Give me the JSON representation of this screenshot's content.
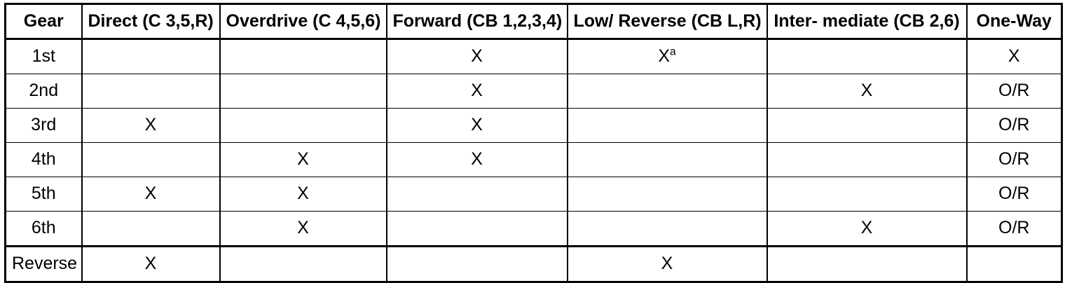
{
  "table": {
    "columns": [
      "Gear",
      "Direct (C 3,5,R)",
      "Overdrive (C 4,5,6)",
      "Forward (CB 1,2,3,4)",
      "Low/ Reverse (CB L,R)",
      "Inter- mediate (CB 2,6)",
      "One-Way"
    ],
    "rows": [
      {
        "gear": "1st",
        "direct": "",
        "overdrive": "",
        "forward": "X",
        "low_reverse": "X",
        "low_reverse_footnote": "a",
        "intermediate": "",
        "one_way": "X"
      },
      {
        "gear": "2nd",
        "direct": "",
        "overdrive": "",
        "forward": "X",
        "low_reverse": "",
        "low_reverse_footnote": "",
        "intermediate": "X",
        "one_way": "O/R"
      },
      {
        "gear": "3rd",
        "direct": "X",
        "overdrive": "",
        "forward": "X",
        "low_reverse": "",
        "low_reverse_footnote": "",
        "intermediate": "",
        "one_way": "O/R"
      },
      {
        "gear": "4th",
        "direct": "",
        "overdrive": "X",
        "forward": "X",
        "low_reverse": "",
        "low_reverse_footnote": "",
        "intermediate": "",
        "one_way": "O/R"
      },
      {
        "gear": "5th",
        "direct": "X",
        "overdrive": "X",
        "forward": "",
        "low_reverse": "",
        "low_reverse_footnote": "",
        "intermediate": "",
        "one_way": "O/R"
      },
      {
        "gear": "6th",
        "direct": "",
        "overdrive": "X",
        "forward": "",
        "low_reverse": "",
        "low_reverse_footnote": "",
        "intermediate": "X",
        "one_way": "O/R"
      },
      {
        "gear": "Reverse",
        "direct": "X",
        "overdrive": "",
        "forward": "",
        "low_reverse": "X",
        "low_reverse_footnote": "",
        "intermediate": "",
        "one_way": ""
      }
    ]
  },
  "colors": {
    "border": "#000000",
    "text": "#000000",
    "background": "#ffffff"
  }
}
